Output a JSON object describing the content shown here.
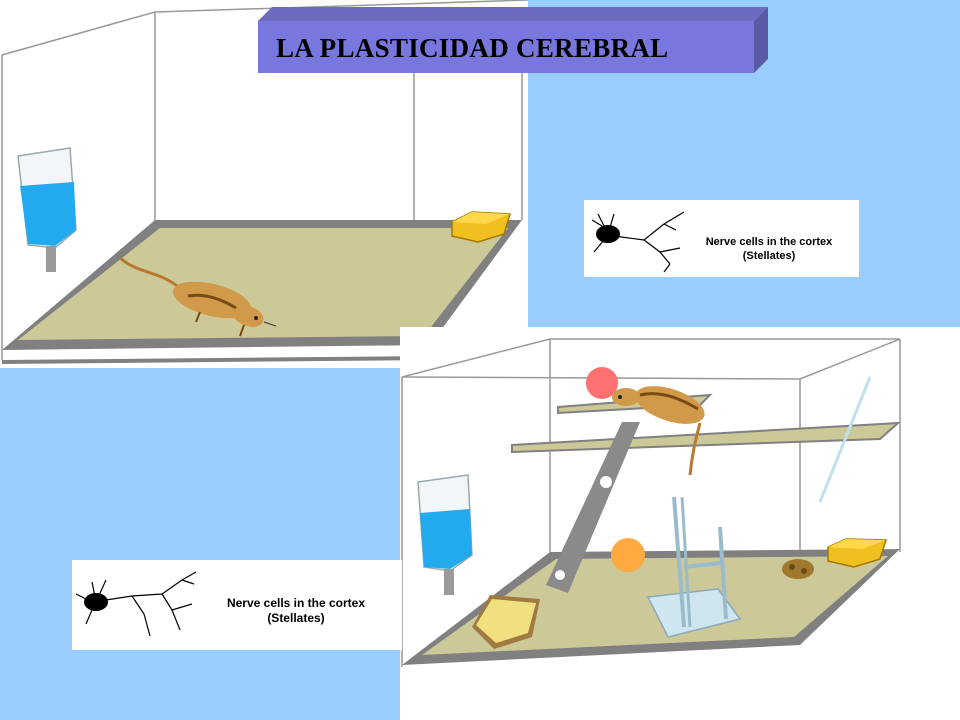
{
  "slide": {
    "title": "LA PLASTICIDAD  CEREBRAL",
    "background_color": "#99ccff",
    "banner_color": "#7777dd"
  },
  "scenes": [
    {
      "name": "standard-cage",
      "items": [
        "cage",
        "water-bottle",
        "rat",
        "food-block"
      ]
    },
    {
      "name": "enriched-cage",
      "items": [
        "cage",
        "water-bottle",
        "rat",
        "platform",
        "ramp",
        "ball-red",
        "ball-orange",
        "wheel-stand",
        "food-block",
        "sponge-bread",
        "small-toy"
      ]
    }
  ],
  "captions": [
    {
      "line1": "Nerve cells in the cortex",
      "line2": "(Stellates)",
      "icon": "stellate-neuron-icon"
    },
    {
      "line1": "Nerve cells in the cortex",
      "line2": "(Stellates)",
      "icon": "stellate-neuron-icon"
    }
  ],
  "colors": {
    "cage_floor": "#ccc898",
    "cage_rim": "#808080",
    "water": "#22aaee",
    "rat": "#d09a4a",
    "food": "#f0c020",
    "ball_red": "#ff7070",
    "ball_orange": "#ffaa40"
  }
}
